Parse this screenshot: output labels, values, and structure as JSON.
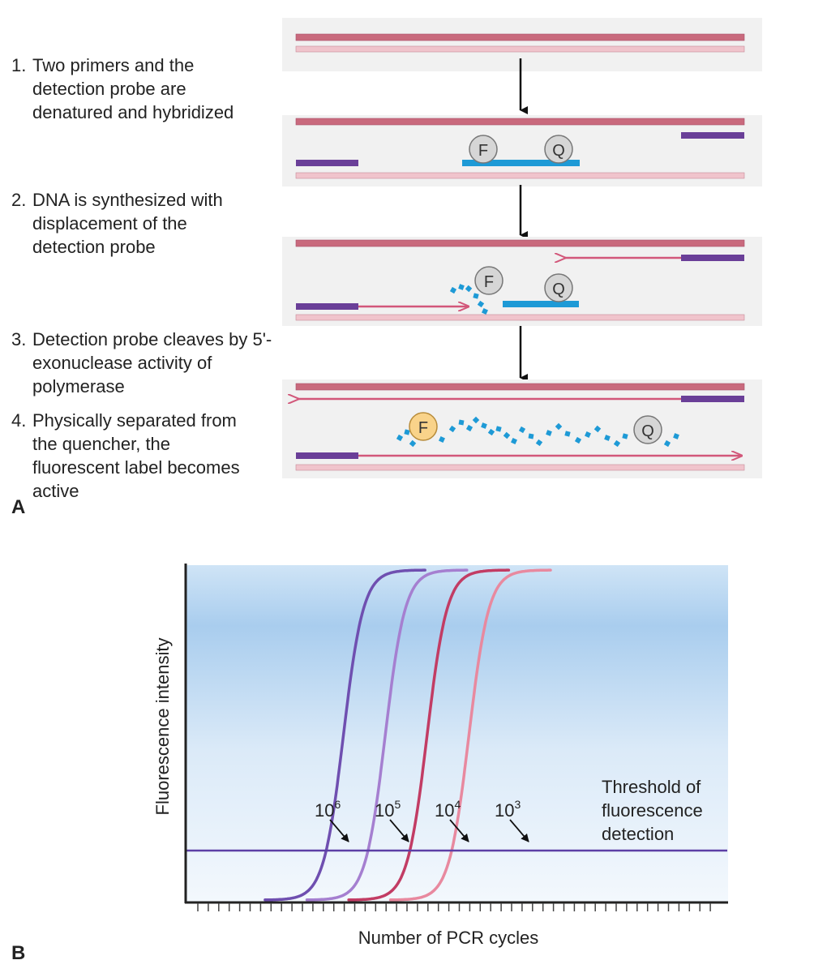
{
  "panel_a": {
    "letter": "A",
    "steps": [
      {
        "num": "1.",
        "text": "Two primers and the detection probe are denatured and hybridized"
      },
      {
        "num": "2.",
        "text": "DNA is synthesized with displacement of the detection probe"
      },
      {
        "num": "3.",
        "text": "Detection probe cleaves by 5'-exonuclease activity of polymerase"
      },
      {
        "num": "4.",
        "text": "Physically separated from the quencher, the fluorescent label becomes active"
      }
    ],
    "fluorophore_label": "F",
    "quencher_label": "Q"
  },
  "panel_b": {
    "letter": "B",
    "threshold_label": [
      "Threshold of",
      "fluorescence",
      "detection"
    ],
    "curve_labels": [
      {
        "base": "10",
        "exp": "6"
      },
      {
        "base": "10",
        "exp": "5"
      },
      {
        "base": "10",
        "exp": "4"
      },
      {
        "base": "10",
        "exp": "3"
      }
    ]
  },
  "chart_data": {
    "type": "line",
    "xlabel": "Number of PCR cycles",
    "ylabel": "Fluorescence intensity",
    "grid": false,
    "series": [
      {
        "name": "10^6",
        "color": "#6f4fb0",
        "midpoint": 14,
        "threshold_cycle": 11.5
      },
      {
        "name": "10^5",
        "color": "#a57fd0",
        "midpoint": 18,
        "threshold_cycle": 15.5
      },
      {
        "name": "10^4",
        "color": "#c23c64",
        "midpoint": 22,
        "threshold_cycle": 19.5
      },
      {
        "name": "10^3",
        "color": "#e8899f",
        "midpoint": 26,
        "threshold_cycle": 23.5
      }
    ],
    "threshold_color": "#5c3fa6",
    "colors": {
      "strand_dark": "#c96a7d",
      "strand_light": "#f0c4cc",
      "primer": "#6a3f98",
      "probe": "#1e9ad6",
      "fragments": "#1e9ad6",
      "fluor_active": "#f9d38a",
      "label_inactive": "#d6d6d6",
      "arrow_strand": "#d2577a"
    }
  }
}
